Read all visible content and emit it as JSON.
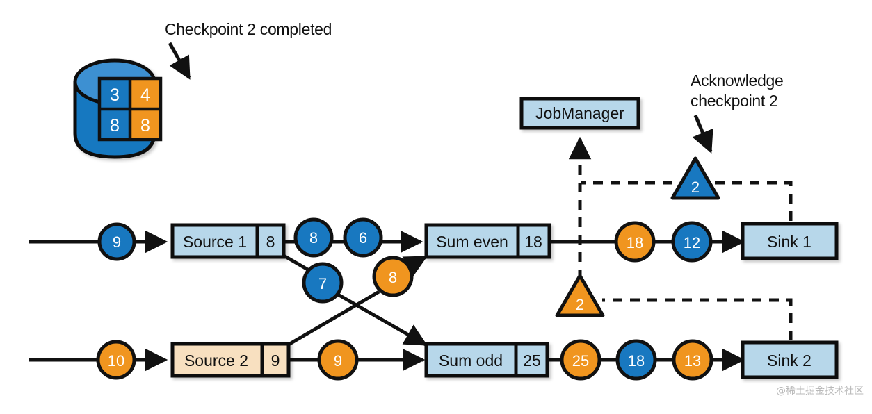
{
  "diagram": {
    "title_annotation": "Checkpoint 2 completed",
    "ack_annotation_line1": "Acknowledge",
    "ack_annotation_line2": "checkpoint 2",
    "watermark": "@稀土掘金技术社区"
  },
  "colors": {
    "blue_record": "#1878c0",
    "orange_record": "#f0951f",
    "light_blue_box": "#b7d7ea",
    "peach_box": "#f8e0c0",
    "cylinder_body": "#1878c0",
    "cylinder_top": "#3e90d2",
    "stroke": "#111111",
    "cell_blue": "#1878c0",
    "cell_orange": "#f0951f"
  },
  "storage": {
    "name": "checkpoint-storage",
    "cells": [
      {
        "value": "3",
        "color": "blue"
      },
      {
        "value": "4",
        "color": "orange"
      },
      {
        "value": "8",
        "color": "blue"
      },
      {
        "value": "8",
        "color": "orange"
      }
    ]
  },
  "jobmanager": {
    "label": "JobManager"
  },
  "operators": [
    {
      "id": "source1",
      "label": "Source 1",
      "state": "8",
      "fill": "light_blue"
    },
    {
      "id": "source2",
      "label": "Source 2",
      "state": "9",
      "fill": "peach"
    },
    {
      "id": "sum_even",
      "label": "Sum even",
      "state": "18",
      "fill": "light_blue"
    },
    {
      "id": "sum_odd",
      "label": "Sum odd",
      "state": "25",
      "fill": "light_blue"
    },
    {
      "id": "sink1",
      "label": "Sink 1",
      "fill": "light_blue"
    },
    {
      "id": "sink2",
      "label": "Sink 2",
      "fill": "light_blue"
    }
  ],
  "records": {
    "source1_input": {
      "value": "9",
      "color": "blue"
    },
    "source1_out_a": {
      "value": "8",
      "color": "blue"
    },
    "source1_out_b": {
      "value": "6",
      "color": "blue"
    },
    "source1_cross": {
      "value": "7",
      "color": "blue"
    },
    "source2_cross": {
      "value": "8",
      "color": "orange"
    },
    "source2_input": {
      "value": "10",
      "color": "orange"
    },
    "source2_out": {
      "value": "9",
      "color": "orange"
    },
    "sum_even_out_a": {
      "value": "18",
      "color": "orange"
    },
    "sum_even_out_b": {
      "value": "12",
      "color": "blue"
    },
    "sum_odd_out_a": {
      "value": "25",
      "color": "orange"
    },
    "sum_odd_out_b": {
      "value": "18",
      "color": "blue"
    },
    "sum_odd_out_c": {
      "value": "13",
      "color": "orange"
    }
  },
  "barriers": [
    {
      "id": "barrier-even",
      "value": "2",
      "color": "blue"
    },
    {
      "id": "barrier-odd",
      "value": "2",
      "color": "orange"
    }
  ]
}
